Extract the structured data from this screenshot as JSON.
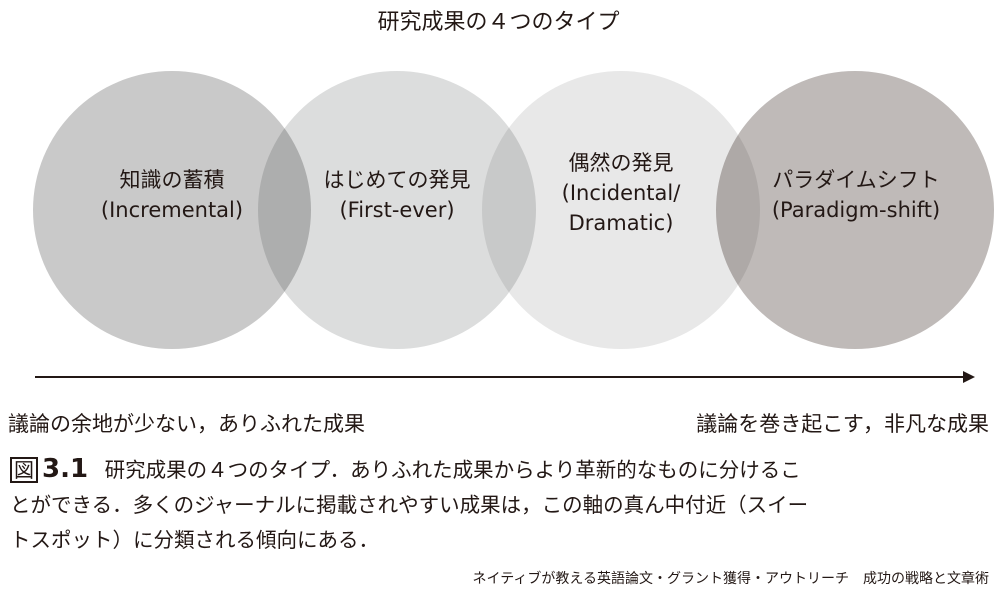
{
  "title": "研究成果の４つのタイプ",
  "circles": [
    {
      "jp": "知識の蓄積",
      "en": "(Incremental)",
      "color": "#c9c9c9"
    },
    {
      "jp": "はじめての発見",
      "en": "(First-ever)",
      "color": "#dcdddd"
    },
    {
      "jp": "偶然の発見",
      "en": "(Incidental/",
      "en2": "Dramatic)",
      "color": "#e8e8e8"
    },
    {
      "jp": "パラダイムシフト",
      "en": "(Paradigm-shift)",
      "color": "#bfbab8"
    }
  ],
  "axis": {
    "left_label": "議論の余地が少ない，ありふれた成果",
    "right_label": "議論を巻き起こす，非凡な成果"
  },
  "caption": {
    "figure_icon": "図",
    "figure_number": "3.1",
    "line1": "研究成果の４つのタイプ．ありふれた成果からより革新的なものに分けるこ",
    "line2": "とができる．多くのジャーナルに掲載されやすい成果は，この軸の真ん中付近（スイー",
    "line3": "トスポット）に分類される傾向にある．"
  },
  "footer": "ネイティブが教える英語論文・グラント獲得・アウトリーチ　成功の戦略と文章術"
}
